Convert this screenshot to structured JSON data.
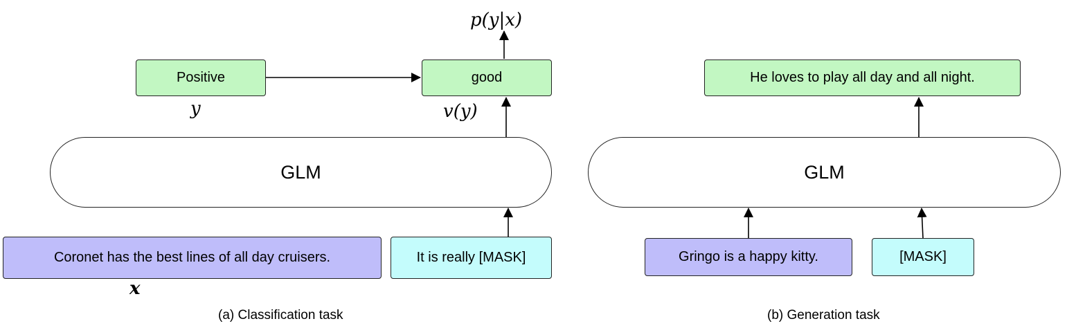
{
  "classification": {
    "label_box": "Positive",
    "label_symbol": "y",
    "output_box": "good",
    "verbalizer_symbol": "v(y)",
    "probability": "p(y|x)",
    "model": "GLM",
    "input_text": "Coronet has the best lines of all day cruisers.",
    "input_symbol": "x",
    "pattern_text": "It is really [MASK]",
    "caption": "(a) Classification task"
  },
  "generation": {
    "output_box": "He loves to play all day and all night.",
    "model": "GLM",
    "input_text": "Gringo is a happy kitty.",
    "mask_text": "[MASK]",
    "caption": "(b) Generation task"
  },
  "colors": {
    "output": "#c2f7c2",
    "input": "#bfbdfa",
    "mask": "#c4fcfc"
  }
}
